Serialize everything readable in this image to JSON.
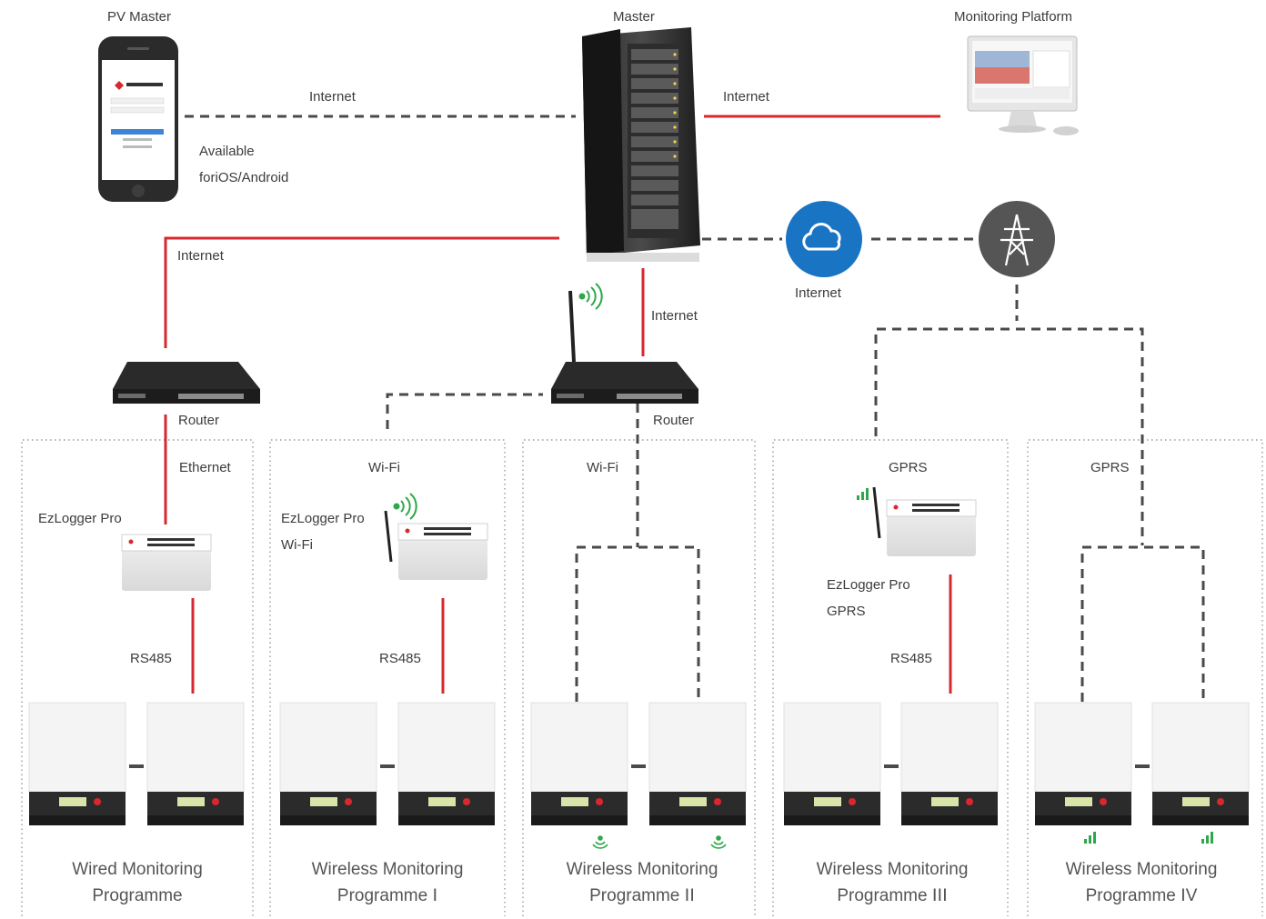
{
  "nodes": {
    "pv_master": "PV Master",
    "master": "Master",
    "monitoring_platform": "Monitoring Platform",
    "available_line1": "Available",
    "available_line2": "foriOS/Android",
    "router_left": "Router",
    "router_right": "Router",
    "cloud_label": "Internet"
  },
  "links": {
    "internet_phone": "Internet",
    "internet_platform": "Internet",
    "internet_router_left": "Internet",
    "internet_router_right": "Internet",
    "ethernet": "Ethernet",
    "wifi_1": "Wi-Fi",
    "wifi_2": "Wi-Fi",
    "gprs_1": "GPRS",
    "gprs_2": "GPRS",
    "rs485_1": "RS485",
    "rs485_2": "RS485",
    "rs485_3": "RS485"
  },
  "devices": {
    "ezlogger_pro": "EzLogger Pro",
    "ezlogger_wifi_1": "EzLogger Pro",
    "ezlogger_wifi_2": "Wi-Fi",
    "ezlogger_gprs_1": "EzLogger Pro",
    "ezlogger_gprs_2": "GPRS"
  },
  "programmes": [
    {
      "line1": "Wired Monitoring",
      "line2": "Programme"
    },
    {
      "line1": "Wireless Monitoring",
      "line2": "Programme Ⅰ"
    },
    {
      "line1": "Wireless Monitoring",
      "line2": "Programme ⅠⅠ"
    },
    {
      "line1": "Wireless Monitoring",
      "line2": "Programme ⅠⅠⅠ"
    },
    {
      "line1": "Wireless Monitoring",
      "line2": "Programme ⅠV"
    }
  ],
  "colors": {
    "wired": "#d7282f",
    "wireless": "#4a4a4a",
    "cloud": "#1a74c4",
    "grid": "#555555",
    "signal": "#2ea84a"
  }
}
